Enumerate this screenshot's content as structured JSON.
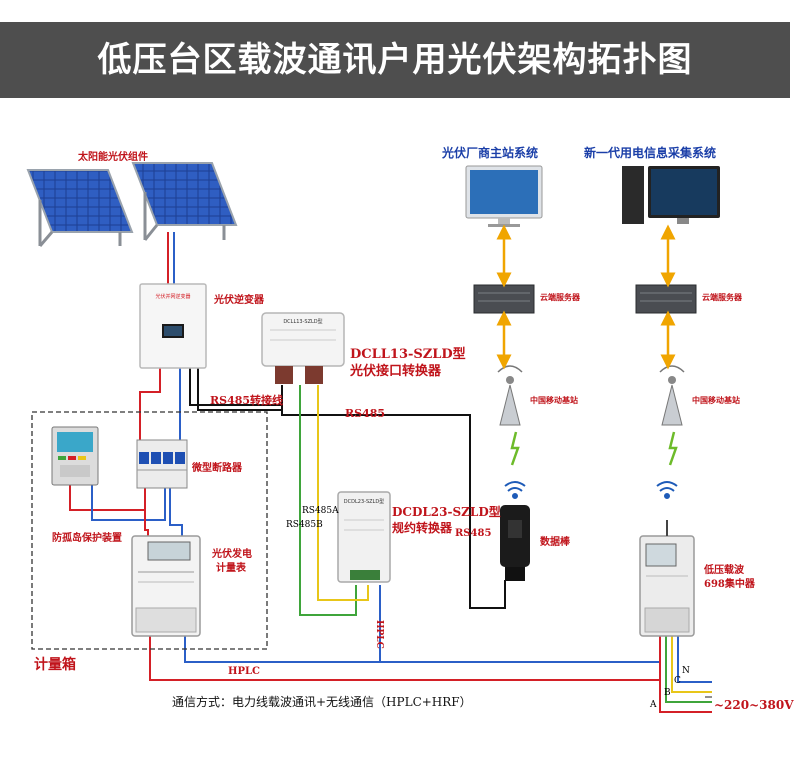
{
  "title": "低压台区载波通讯户用光伏架构拓扑图",
  "labels": {
    "solar_panels": "太阳能光伏组件",
    "inverter": "光伏逆变器",
    "dcll13": "DCLL13-SZLD型",
    "pv_interface": "光伏接口转换器",
    "rs485_cable": "RS485转接线",
    "rs485": "RS485",
    "micro_breaker": "微型断路器",
    "anti_island": "防孤岛保护装置",
    "pv_meter_line1": "光伏发电",
    "pv_meter_line2": "计量表",
    "rs485a": "RS485A",
    "rs485b": "RS485B",
    "dcdl23": "DCDL23-SZLD型",
    "protocol_conv": "规约转换器",
    "rs485_right": "RS485",
    "data_stick": "数据棒",
    "pv_master": "光伏厂商主站系统",
    "new_gen": "新一代用电信息采集系统",
    "cloud_server_1": "云端服务器",
    "cloud_server_2": "云端服务器",
    "base_station_1": "中国移动基站",
    "base_station_2": "中国移动基站",
    "concentrator_line1": "低压载波",
    "concentrator_line2": "698集中器",
    "hplc_vertical": "HPLC",
    "hplc": "HPLC",
    "meter_box": "计量箱",
    "comm_note": "通信方式：电力线载波通讯+无线通信（HPLC+HRF）",
    "voltage": "~220~380V",
    "phase_n": "N",
    "phase_c": "C",
    "phase_b": "B",
    "phase_a": "A",
    "inverter_screen_text": "光伏并网逆变器",
    "dcll13_device_text": "DCLL13-SZLD型",
    "dcdl23_device_text": "DCDL23-SZLD型"
  },
  "colors": {
    "banner": "#4e4e4e",
    "red_label": "#c0141b",
    "blue_label": "#1b3fa8",
    "wire_red": "#d42027",
    "wire_blue": "#2b5fc7",
    "wire_green": "#3fa53b",
    "wire_yellow": "#e8c619",
    "wire_black": "#111111",
    "arrow_orange": "#f0a500",
    "signal_green": "#6dbb2a"
  }
}
